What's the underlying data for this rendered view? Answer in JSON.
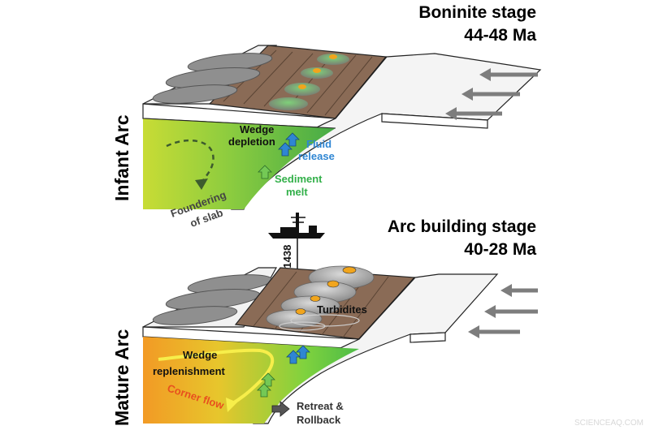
{
  "top_panel": {
    "title_line1": "Boninite stage",
    "title_line2": "44-48 Ma",
    "side_label": "Infant Arc",
    "labels": {
      "wedge_line1": "Wedge",
      "wedge_line2": "depletion",
      "fluid_line1": "Fluid",
      "fluid_line2": "release",
      "sediment_line1": "Sediment",
      "sediment_line2": "melt",
      "foundering_line1": "Foundering",
      "foundering_line2": "of slab"
    }
  },
  "bottom_panel": {
    "title_line1": "Arc building stage",
    "title_line2": "40-28 Ma",
    "side_label": "Mature Arc",
    "site_label": "U1438",
    "labels": {
      "turbidites": "Turbidites",
      "wedge_line1": "Wedge",
      "wedge_line2": "replenishment",
      "corner_flow": "Corner flow",
      "retreat_line1": "Retreat &",
      "retreat_line2": "Rollback"
    }
  },
  "watermark": "SCIENCEAQ.COM",
  "colors": {
    "fluid_text": "#2f86d3",
    "sediment_text": "#33b04a",
    "corner_flow_text": "#e8501e",
    "crust_brown": "#8a6b56",
    "mantle_green": "#5fc24a",
    "mantle_yellow": "#c9df3a",
    "mantle_orange": "#f0a02a",
    "arrow_gray": "#7d7d7d"
  }
}
